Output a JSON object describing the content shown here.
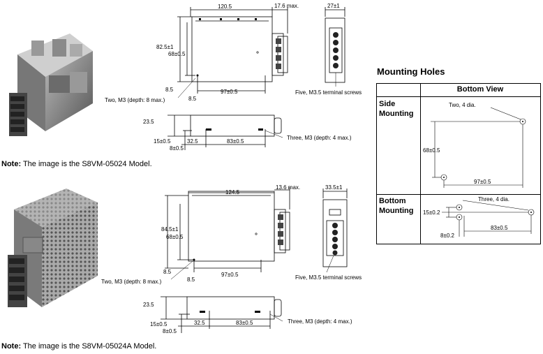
{
  "top": {
    "front": {
      "width": "120.5",
      "depth": "17.6 max.",
      "height_outer": "82.5±1",
      "height_inner": "68±0.5",
      "bottom_margin": "8.5",
      "left_margin": "8.5",
      "hole_span": "97±0.5",
      "hole_label": "Two, M3 (depth: 8 max.)"
    },
    "side": {
      "width": "27±1",
      "terminals": "Five, M3.5 terminal screws"
    },
    "bottom": {
      "height": "23.5",
      "d1": "15±0.5",
      "d2": "8±0.5",
      "d3": "32.5",
      "d4": "83±0.5",
      "hole_label": "Three, M3 (depth: 4 max.)"
    },
    "note_bold": "Note:",
    "note_text": " The image is the S8VM-05024 Model."
  },
  "bottom_model": {
    "front": {
      "width": "124.5",
      "depth": "13.6 max.",
      "height_outer": "84.5±1",
      "height_inner": "68±0.5",
      "bottom_margin": "8.5",
      "left_margin": "8.5",
      "hole_span": "97±0.5",
      "hole_label": "Two, M3 (depth: 8 max.)"
    },
    "side": {
      "width": "33.5±1",
      "terminals": "Five, M3.5 terminal screws"
    },
    "bottom": {
      "height": "23.5",
      "d1": "15±0.5",
      "d2": "8±0.5",
      "d3": "32.5",
      "d4": "83±0.5",
      "hole_label": "Three, M3 (depth: 4 max.)"
    },
    "note_bold": "Note:",
    "note_text": " The image is the S8VM-05024A Model."
  },
  "mounting": {
    "title": "Mounting Holes",
    "header": "Bottom View",
    "side_label": "Side Mounting",
    "side_holes": "Two, 4 dia.",
    "side_v": "68±0.5",
    "side_h": "97±0.5",
    "bottom_label": "Bottom Mounting",
    "bottom_holes": "Three, 4 dia.",
    "bottom_v": "15±0.2",
    "bottom_d": "8±0.2",
    "bottom_h": "83±0.5"
  }
}
